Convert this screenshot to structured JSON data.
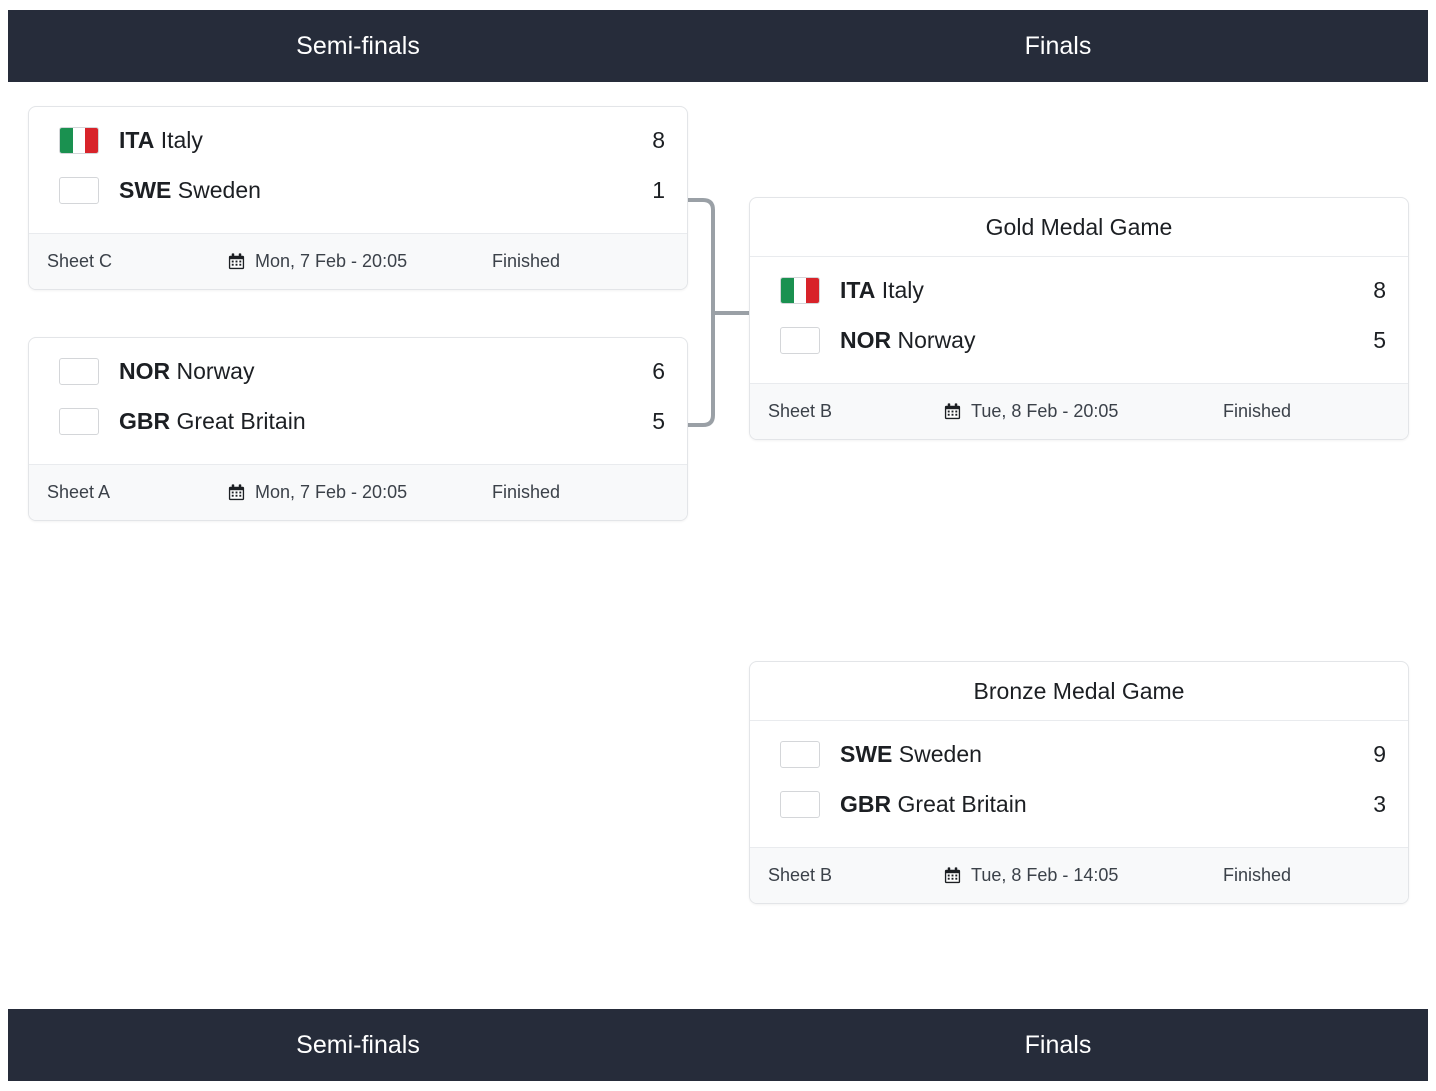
{
  "round_headers": {
    "semifinals_label": "Semi-finals",
    "finals_label": "Finals"
  },
  "colors": {
    "header_bar": "#262c3a",
    "card_border": "#e3e5e8",
    "footer_bg": "#f8f9fa",
    "connector": "#9aa0a6",
    "text": "#1c1f23"
  },
  "icons": {
    "calendar": "calendar-icon"
  },
  "matches": {
    "semifinal_1": {
      "teams": [
        {
          "flag": "ITA",
          "code": "ITA",
          "name": "Italy",
          "score": "8"
        },
        {
          "flag": "SWE",
          "code": "SWE",
          "name": "Sweden",
          "score": "1"
        }
      ],
      "sheet": "Sheet C",
      "datetime": "Mon, 7 Feb - 20:05",
      "status": "Finished"
    },
    "semifinal_2": {
      "teams": [
        {
          "flag": "NOR",
          "code": "NOR",
          "name": "Norway",
          "score": "6"
        },
        {
          "flag": "GBR",
          "code": "GBR",
          "name": "Great Britain",
          "score": "5"
        }
      ],
      "sheet": "Sheet A",
      "datetime": "Mon, 7 Feb - 20:05",
      "status": "Finished"
    },
    "gold_medal_game": {
      "title": "Gold Medal Game",
      "teams": [
        {
          "flag": "ITA",
          "code": "ITA",
          "name": "Italy",
          "score": "8"
        },
        {
          "flag": "NOR",
          "code": "NOR",
          "name": "Norway",
          "score": "5"
        }
      ],
      "sheet": "Sheet B",
      "datetime": "Tue, 8 Feb - 20:05",
      "status": "Finished"
    },
    "bronze_medal_game": {
      "title": "Bronze Medal Game",
      "teams": [
        {
          "flag": "SWE",
          "code": "SWE",
          "name": "Sweden",
          "score": "9"
        },
        {
          "flag": "GBR",
          "code": "GBR",
          "name": "Great Britain",
          "score": "3"
        }
      ],
      "sheet": "Sheet B",
      "datetime": "Tue, 8 Feb - 14:05",
      "status": "Finished"
    }
  }
}
